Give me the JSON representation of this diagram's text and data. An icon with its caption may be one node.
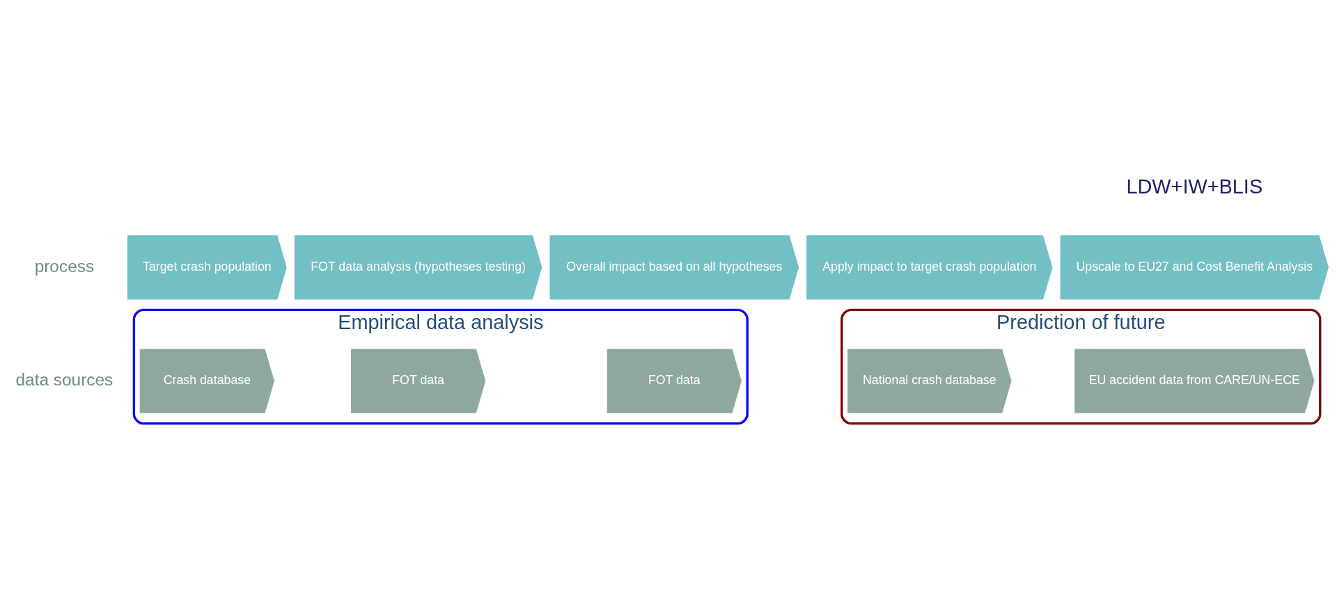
{
  "diagram": {
    "nodes": [
      {
        "text": [
          "Empirical data analysis"
        ]
      },
      {
        "text": [
          "Prediction of future"
        ]
      },
      {
        "text": [
          "Target crash population"
        ]
      },
      {
        "text": [
          "FOT data analysis (hypotheses testing)"
        ]
      },
      {
        "text": [
          "Overall impact based on all hypotheses"
        ]
      },
      {
        "text": [
          "Apply impact to target crash population"
        ]
      },
      {
        "text": [
          "Upscale to EU27 and Cost Benefit Analysis"
        ]
      },
      {
        "text": [
          "Crash database"
        ],
        "in": 0
      },
      {
        "text": [
          "FOT data"
        ],
        "in": 0
      },
      {
        "text": [
          "FOT data"
        ],
        "in": 0
      },
      {
        "text": [
          "National crash database"
        ],
        "in": 1
      },
      {
        "text": [
          "EU accident data from CARE/UN-ECE"
        ],
        "in": 1
      }
    ],
    "edges": [],
    "labels": [
      "LDW+IW+BLIS",
      "process",
      "data sources"
    ]
  }
}
